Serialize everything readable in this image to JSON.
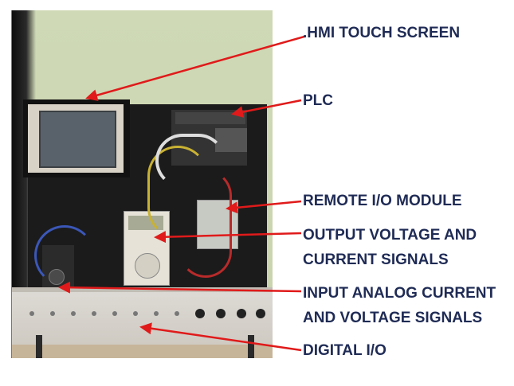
{
  "labels": {
    "hmi": ".HMI TOUCH SCREEN",
    "plc": "PLC",
    "remote_io": "REMOTE I/O MODULE",
    "output_line1": "OUTPUT VOLTAGE AND",
    "output_line2": "CURRENT SIGNALS",
    "input_line1": "INPUT ANALOG CURRENT",
    "input_line2": "AND VOLTAGE SIGNALS",
    "digital": "DIGITAL I/O"
  },
  "colors": {
    "label_text": "#1f2b55",
    "arrow": "#e01a1a"
  }
}
